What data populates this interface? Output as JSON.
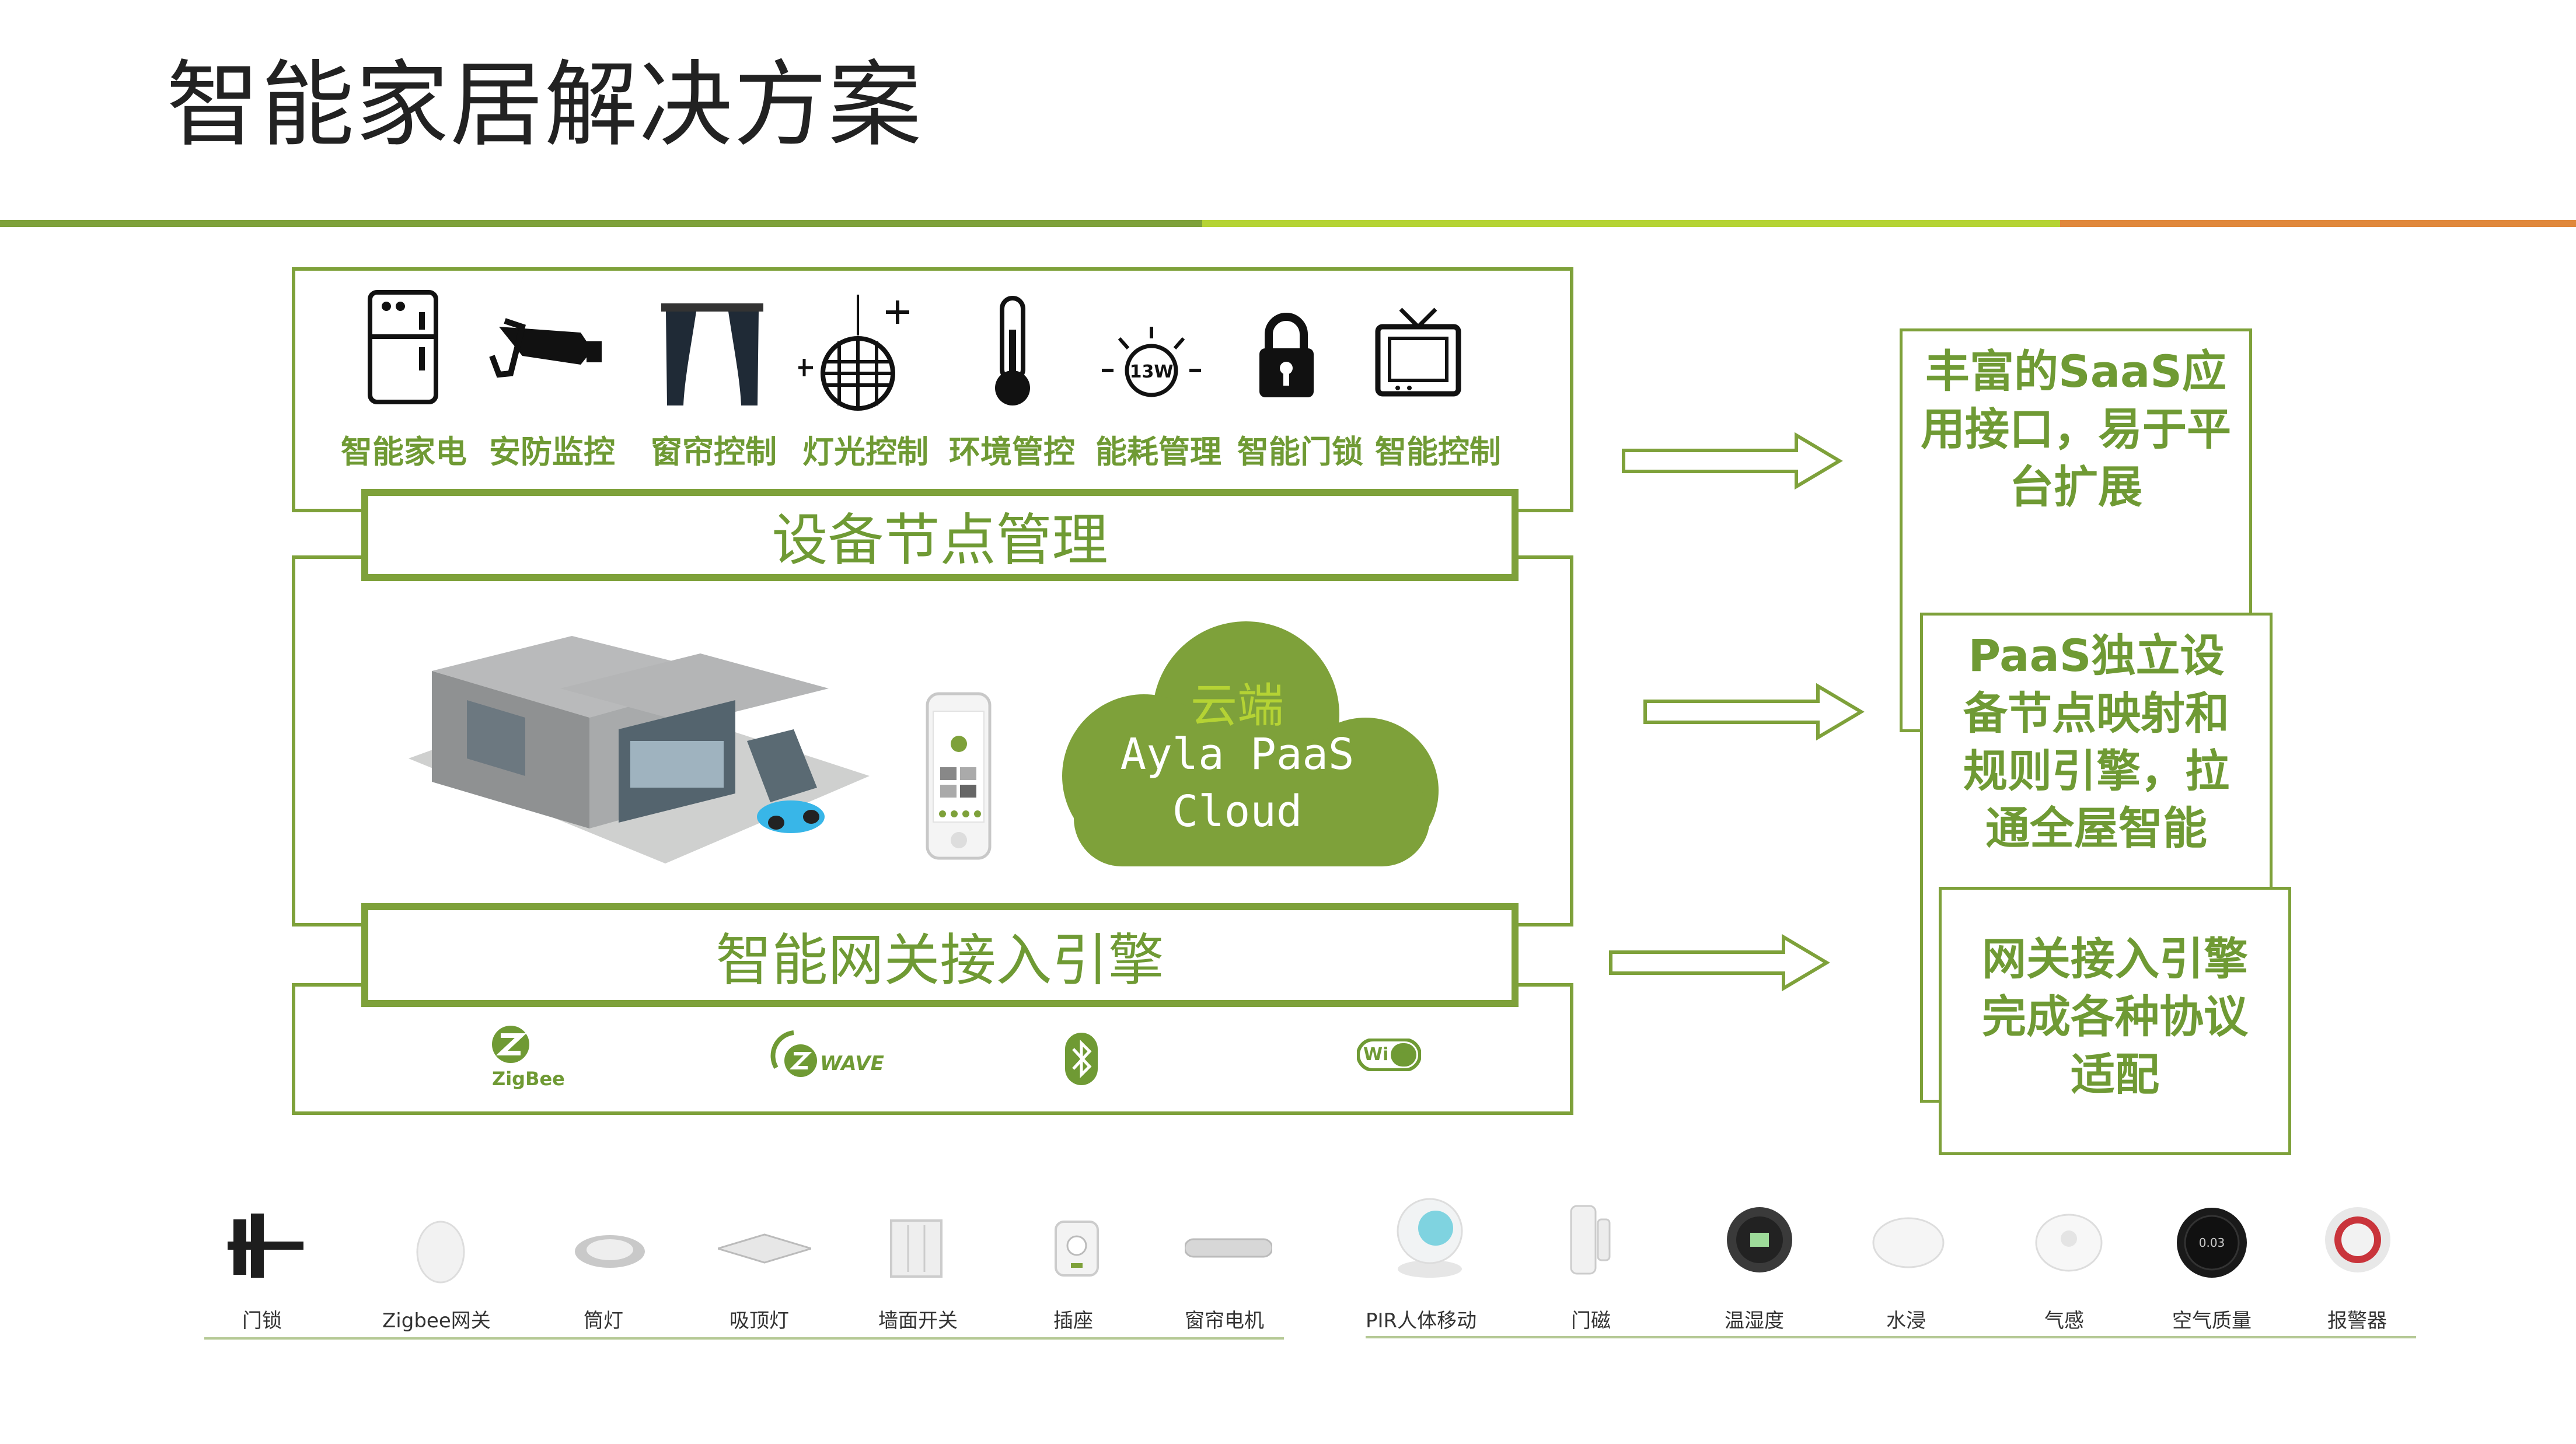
{
  "page": {
    "title": "智能家居解决方案"
  },
  "colors": {
    "green": "#7ea13a",
    "lime": "#b5d334",
    "orange": "#e0883c",
    "text_green": "#6f9a34"
  },
  "devices": [
    {
      "label": "智能家电",
      "icon": "refrigerator-icon"
    },
    {
      "label": "安防监控",
      "icon": "security-camera-icon"
    },
    {
      "label": "窗帘控制",
      "icon": "curtain-icon"
    },
    {
      "label": "灯光控制",
      "icon": "disco-light-icon"
    },
    {
      "label": "环境管控",
      "icon": "thermometer-icon"
    },
    {
      "label": "能耗管理",
      "icon": "bulb-13w-icon",
      "badge": "13W"
    },
    {
      "label": "智能门锁",
      "icon": "padlock-icon"
    },
    {
      "label": "智能控制",
      "icon": "tv-icon"
    }
  ],
  "bands": {
    "node_management": "设备节点管理",
    "gateway_engine": "智能网关接入引擎"
  },
  "cloud": {
    "line1": "云端",
    "line2": "Ayla PaaS",
    "line3": "Cloud"
  },
  "protocols": [
    {
      "label": "ZigBee",
      "icon": "zigbee-logo-icon"
    },
    {
      "label": "WAVE",
      "icon": "zwave-logo-icon"
    },
    {
      "label": "",
      "icon": "bluetooth-logo-icon"
    },
    {
      "label": "Wi Fi",
      "icon": "wifi-logo-icon"
    }
  ],
  "side_boxes": [
    {
      "text": "丰富的SaaS应用接口，易于平台扩展"
    },
    {
      "text": "PaaS独立设备节点映射和规则引擎，拉通全屋智能"
    },
    {
      "text": "网关接入引擎完成各种协议适配"
    }
  ],
  "products_left": [
    {
      "label": "门锁",
      "icon": "door-lock-icon"
    },
    {
      "label": "Zigbee网关",
      "icon": "zigbee-gateway-icon"
    },
    {
      "label": "筒灯",
      "icon": "downlight-icon"
    },
    {
      "label": "吸顶灯",
      "icon": "ceiling-light-icon"
    },
    {
      "label": "墙面开关",
      "icon": "wall-switch-icon"
    },
    {
      "label": "插座",
      "icon": "socket-icon"
    },
    {
      "label": "窗帘电机",
      "icon": "curtain-motor-icon"
    }
  ],
  "products_right": [
    {
      "label": "PIR人体移动",
      "icon": "pir-sensor-icon"
    },
    {
      "label": "门磁",
      "icon": "door-sensor-icon"
    },
    {
      "label": "温湿度",
      "icon": "temp-humidity-sensor-icon"
    },
    {
      "label": "水浸",
      "icon": "water-sensor-icon"
    },
    {
      "label": "气感",
      "icon": "gas-sensor-icon"
    },
    {
      "label": "空气质量",
      "icon": "air-quality-sensor-icon",
      "readout": "0.03"
    },
    {
      "label": "报警器",
      "icon": "siren-icon"
    }
  ]
}
